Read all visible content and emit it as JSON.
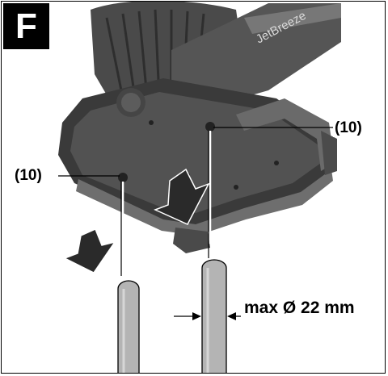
{
  "figure": {
    "badge": "F",
    "product_text": "JetBreeze",
    "callout_right": "(10)",
    "callout_left": "(10)",
    "measure_label": "max Ø 22 mm"
  },
  "colors": {
    "device_dark": "#3d3d3d",
    "device_mid": "#5a5a5a",
    "device_light": "#8c8c8c",
    "pole_fill": "#b4b4b4",
    "arrow_fill": "#2a2a2a"
  }
}
